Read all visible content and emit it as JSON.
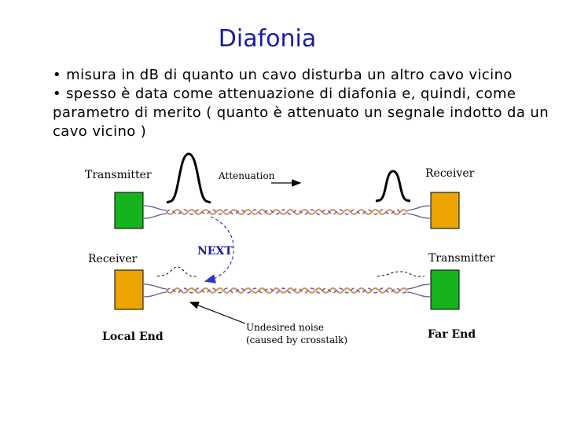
{
  "slide": {
    "title": "Diafonia",
    "bullets": [
      "• misura in dB di quanto un cavo disturba un altro cavo vicino",
      "• spesso è data come attenuazione di diafonia e, quindi, come parametro di merito ( quanto è attenuato un segnale indotto da un cavo vicino )"
    ]
  },
  "diagram": {
    "transmitter_left": "Transmitter",
    "receiver_left": "Receiver",
    "receiver_right": "Receiver",
    "transmitter_right": "Transmitter",
    "attenuation": "Attenuation",
    "next": "NEXT",
    "local_end": "Local End",
    "far_end": "Far End",
    "noise_line1": "Undesired noise",
    "noise_line2": "(caused by crosstalk)",
    "colors": {
      "transmitter_box": "#17b31e",
      "receiver_box": "#eba400",
      "wire_orange": "#d3905c",
      "wire_purple": "#6b5b8e",
      "next_arrow": "#3333cc"
    }
  }
}
